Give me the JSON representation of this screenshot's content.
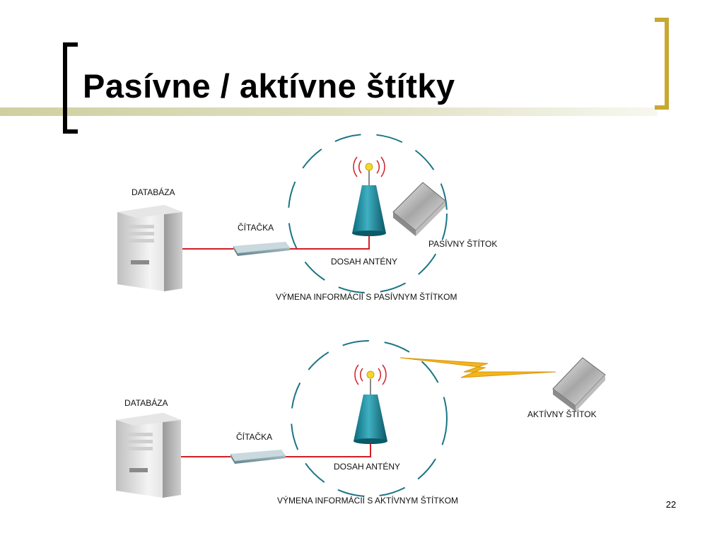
{
  "slide": {
    "title": "Pasívne / aktívne štítky",
    "page_number": "22",
    "accent_color": "#C8A830",
    "band_color": "#D6D6A8"
  },
  "diagram_passive": {
    "database_label": "DATABÁZA",
    "reader_label": "ČÍTAČKA",
    "antenna_range_label": "DOSAH ANTÉNY",
    "tag_label": "PASÍVNY ŠTÍTOK",
    "caption": "VÝMENA INFORMÁCIÍ S PASÍVNYM ŠTÍTKOM"
  },
  "diagram_active": {
    "database_label": "DATABÁZA",
    "reader_label": "ČÍTAČKA",
    "antenna_range_label": "DOSAH ANTÉNY",
    "tag_label": "AKTÍVNY ŠTÍTOK",
    "caption": "VÝMENA INFORMÁCIÍ S AKTÍVNYM ŠTÍTKOM"
  },
  "icons": {
    "database": "server-icon",
    "reader": "reader-device-icon",
    "antenna": "antenna-icon",
    "tag": "tag-icon",
    "signal": "lightning-icon"
  }
}
